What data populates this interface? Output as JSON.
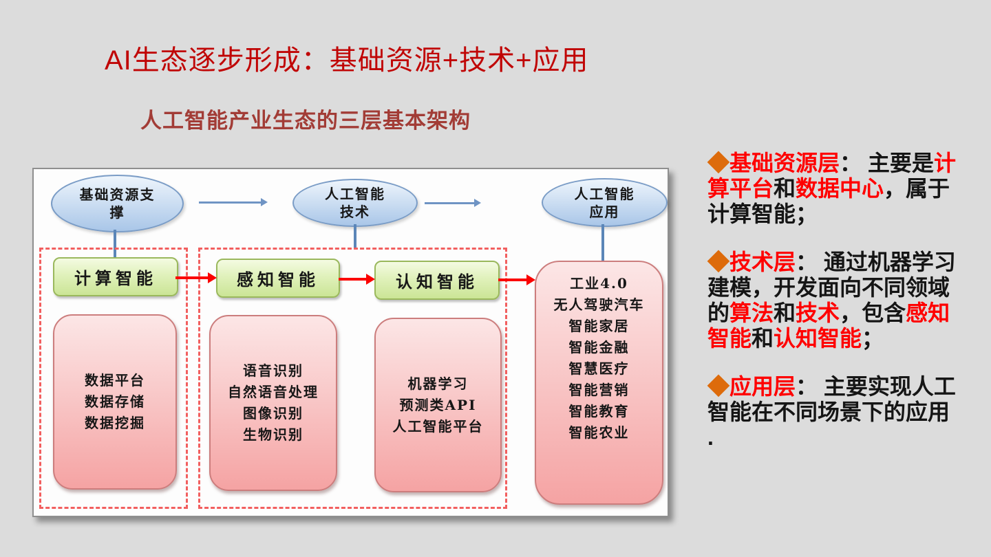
{
  "slide": {
    "title": "AI生态逐步形成：基础资源+技术+应用",
    "subtitle": "人工智能产业生态的三层基本架构"
  },
  "colors": {
    "background": "#dcdcdc",
    "title_red": "#c00505",
    "subtitle_red": "#a23c36",
    "highlight_red": "#ff0000",
    "bullet_diamond_orange": "#dd6b0b",
    "body_black": "#151515",
    "ellipse_blue_fill": "#a9c6e8",
    "ellipse_blue_border": "#7a9cc6",
    "green_box_fill": "#cbe596",
    "green_box_border": "#9ab85c",
    "pink_box_fill": "#f5a3a3",
    "pink_box_border": "#cc7d7d",
    "dashed_border_red": "#f25f5f",
    "connector_blue": "#5b86b8",
    "arrow_red": "#fb0200"
  },
  "diagram": {
    "ellipses": [
      {
        "lines": [
          "基础资源支",
          "撑"
        ]
      },
      {
        "lines": [
          "人工智能",
          "技术"
        ]
      },
      {
        "lines": [
          "人工智能",
          "应用"
        ]
      }
    ],
    "green_boxes": [
      {
        "label": "计算智能"
      },
      {
        "label": "感知智能"
      },
      {
        "label": "认知智能"
      }
    ],
    "pink_boxes": [
      {
        "items": [
          "数据平台",
          "数据存储",
          "数据挖掘"
        ]
      },
      {
        "items": [
          "语音识别",
          "自然语音处理",
          "图像识别",
          "生物识别"
        ]
      },
      {
        "items": [
          "机器学习",
          "预测类API",
          "人工智能平台"
        ]
      },
      {
        "items": [
          "工业4.0",
          "无人驾驶汽车",
          "智能家居",
          "智能金融",
          "智慧医疗",
          "智能营销",
          "智能教育",
          "智能农业"
        ]
      }
    ]
  },
  "bullets": [
    {
      "segments": [
        {
          "t": "◆",
          "c": "o"
        },
        {
          "t": "基础资源层",
          "c": "r"
        },
        {
          "t": "： 主要是",
          "c": "k"
        },
        {
          "t": "计",
          "c": "r"
        },
        {
          "br": true
        },
        {
          "t": "算平台",
          "c": "r"
        },
        {
          "t": "和",
          "c": "k"
        },
        {
          "t": "数据中心",
          "c": "r"
        },
        {
          "t": "，属于",
          "c": "k"
        },
        {
          "br": true
        },
        {
          "t": "计算智能；",
          "c": "k"
        }
      ]
    },
    {
      "segments": [
        {
          "t": "◆",
          "c": "o"
        },
        {
          "t": "技术层",
          "c": "r"
        },
        {
          "t": "： 通过机器学习",
          "c": "k"
        },
        {
          "br": true
        },
        {
          "t": "建模，开发面向不同领域",
          "c": "k"
        },
        {
          "br": true
        },
        {
          "t": "的",
          "c": "k"
        },
        {
          "t": "算法",
          "c": "r"
        },
        {
          "t": "和",
          "c": "k"
        },
        {
          "t": "技术",
          "c": "r"
        },
        {
          "t": "，包含",
          "c": "k"
        },
        {
          "t": "感知",
          "c": "r"
        },
        {
          "br": true
        },
        {
          "t": "智能",
          "c": "r"
        },
        {
          "t": "和",
          "c": "k"
        },
        {
          "t": "认知智能",
          "c": "r"
        },
        {
          "t": "；",
          "c": "k"
        }
      ]
    },
    {
      "segments": [
        {
          "t": "◆",
          "c": "o"
        },
        {
          "t": "应用层",
          "c": "r"
        },
        {
          "t": "： 主要实现人工",
          "c": "k"
        },
        {
          "br": true
        },
        {
          "t": "智能在不同场景下的应用",
          "c": "k"
        },
        {
          "br": true
        },
        {
          "t": ".",
          "c": "k"
        }
      ]
    }
  ]
}
